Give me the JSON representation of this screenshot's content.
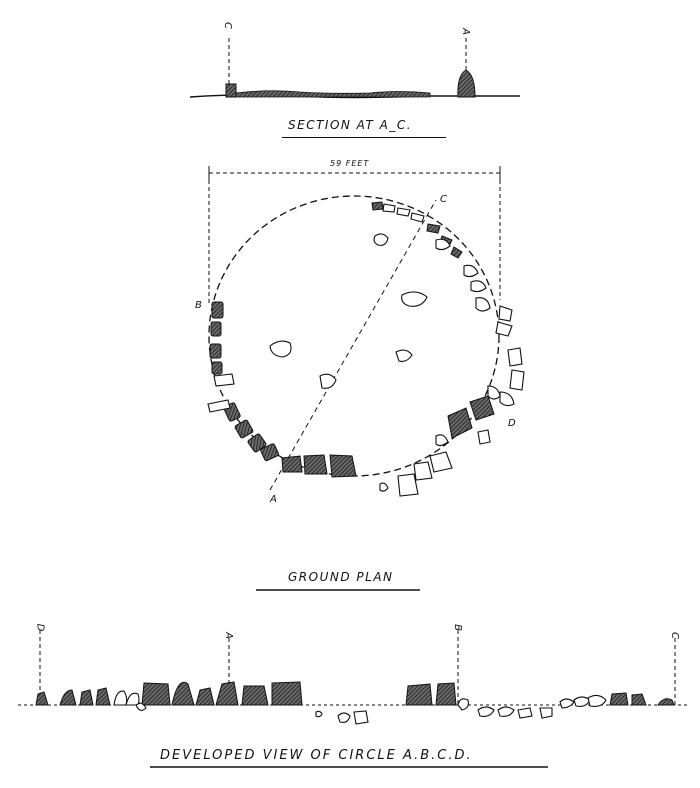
{
  "section": {
    "caption": "SECTION AT A_C.",
    "label_left": "C",
    "label_right": "A"
  },
  "plan": {
    "dimension_label": "59 FEET",
    "labels": {
      "a": "A",
      "b": "B",
      "c": "C",
      "d": "D"
    },
    "caption": "GROUND PLAN"
  },
  "developed": {
    "caption": "DEVELOPED VIEW OF CIRCLE A.B.C.D.",
    "labels": {
      "d": "D",
      "a": "A",
      "b": "B",
      "c": "C"
    }
  },
  "colors": {
    "ink": "#111111",
    "stone_fill": "#555555"
  }
}
